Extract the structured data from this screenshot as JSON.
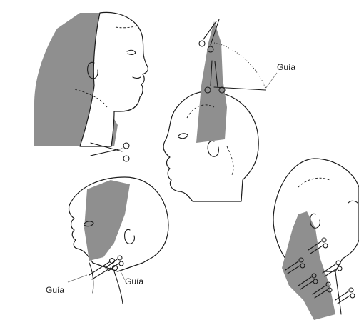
{
  "labels": {
    "guia_top": "Guía",
    "guia_bottom_left": "Guía",
    "guia_bottom_center": "Guía"
  },
  "colors": {
    "hair": "#8f8f8f",
    "outline": "#1a1a1a",
    "background": "#ffffff"
  },
  "icons": [
    "scissors-icon",
    "comb-direction-arc"
  ]
}
